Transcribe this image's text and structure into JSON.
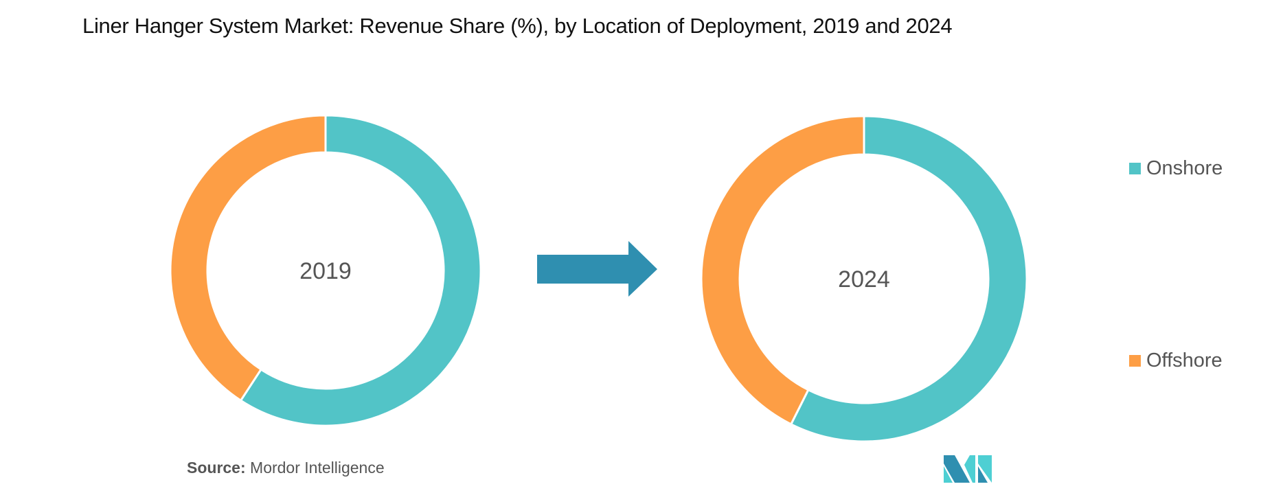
{
  "chart_data": {
    "type": "donut",
    "title": "Liner Hanger System Market: Revenue Share (%), by Location of Deployment, 2019 and 2024",
    "legend": [
      "Onshore",
      "Offshore"
    ],
    "legend_placement": "right",
    "colors": {
      "Onshore": "#52c4c7",
      "Offshore": "#fd9e45",
      "arrow": "#2f8fb0"
    },
    "charts": [
      {
        "label": "2019",
        "values": {
          "Onshore": 59.2,
          "Offshore": 40.8
        }
      },
      {
        "label": "2024",
        "values": {
          "Onshore": 57.4,
          "Offshore": 42.6
        }
      }
    ]
  },
  "source": {
    "label": "Source:",
    "text": "Mordor Intelligence"
  }
}
